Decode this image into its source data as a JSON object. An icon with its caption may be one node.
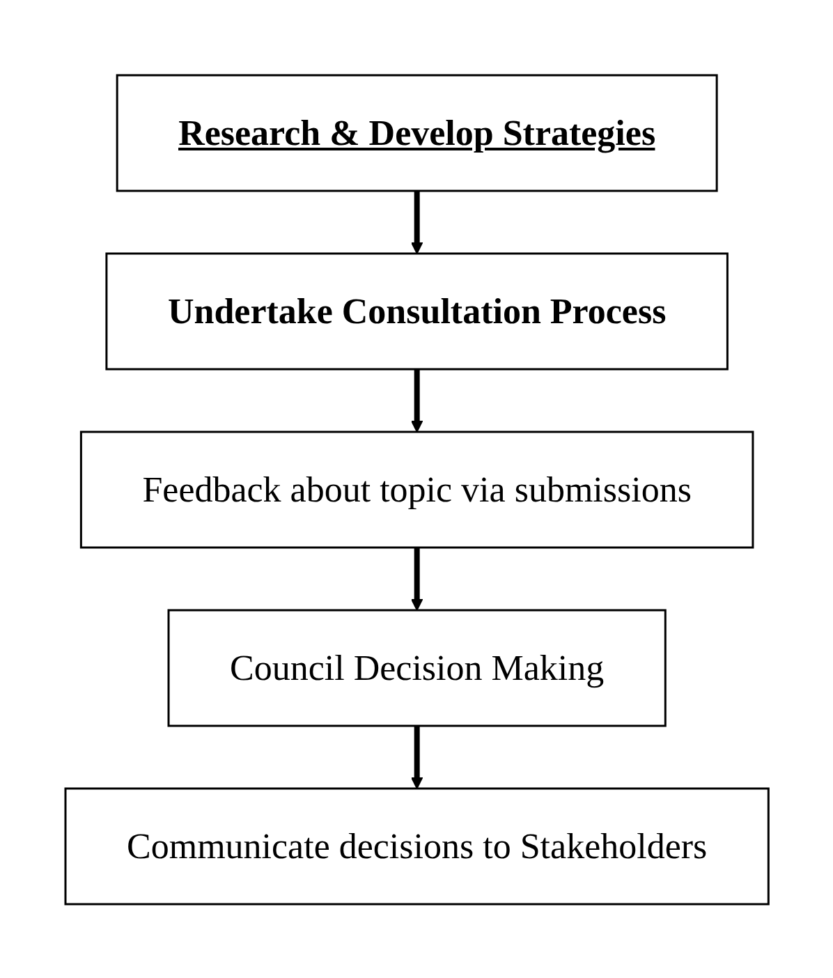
{
  "diagram": {
    "nodes": [
      {
        "text": [
          "Research & Develop Strategies"
        ]
      },
      {
        "text": [
          "Undertake Consultation Process"
        ]
      },
      {
        "text": [
          "Feedback about topic via submissions"
        ]
      },
      {
        "text": [
          "Council Decision Making"
        ]
      },
      {
        "text": [
          "Communicate decisions to Stakeholders"
        ]
      }
    ],
    "edges": [
      {
        "from": 0,
        "to": 1,
        "arrow": "to"
      },
      {
        "from": 1,
        "to": 2,
        "arrow": "to"
      },
      {
        "from": 2,
        "to": 3,
        "arrow": "to"
      },
      {
        "from": 3,
        "to": 4,
        "arrow": "to"
      }
    ]
  }
}
